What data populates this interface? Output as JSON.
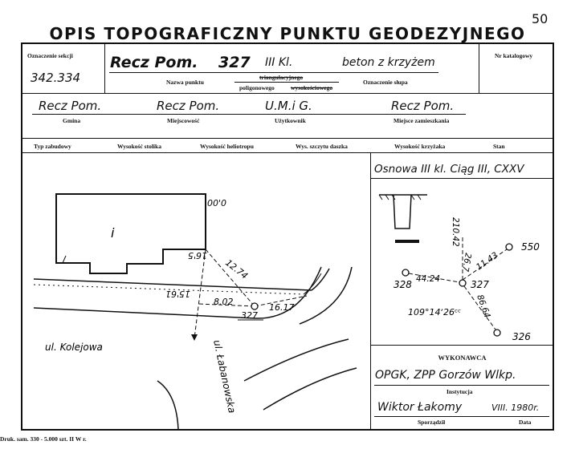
{
  "page": {
    "number": "50",
    "title": "OPIS TOPOGRAFICZNY PUNKTU GEODEZYJNEGO"
  },
  "header": {
    "section_label": "Oznaczenie sekcji",
    "section_value": "342.334",
    "point_name": "Recz Pom.",
    "point_number": "327",
    "point_class": "III Kl.",
    "post_marking": "beton z krzyżem",
    "point_name_label": "Nazwa punktu",
    "network_struck": "triangulacyjnego",
    "network_poly": "poligonowego",
    "network_struck2": "wysokościowego",
    "post_marking_label": "Oznaczenie słupa",
    "catalog_label": "Nr katalogowy"
  },
  "location": {
    "gmina": "Recz Pom.",
    "gmina_label": "Gmina",
    "miejscowosc": "Recz Pom.",
    "miejscowosc_label": "Miejscowość",
    "uzytkownik": "U.M.i G.",
    "uzytkownik_label": "Użytkownik",
    "zamieszkania": "Recz Pom.",
    "zamieszkania_label": "Miejsce zamieszkania"
  },
  "columns": [
    "Typ zabudowy",
    "Wysokość stolika",
    "Wysokość heliotropu",
    "Wys. szczytu daszka",
    "Wysokość krzyżaka",
    "Stan"
  ],
  "sketch": {
    "building_letter": "i",
    "dist_top": "00'0",
    "dist_a": "16'5",
    "dist_b": "12.74",
    "dist_c": "8.02",
    "dist_d": "16.17",
    "dist_e": "15'61",
    "point_num": "327",
    "street1": "ul. Kolejowa",
    "street2": "ul. Łabanowska"
  },
  "basis": "Osnowa III kl. Ciąg III, CXXV",
  "diagram": {
    "p550": "550",
    "p328": "328",
    "p327": "327",
    "p326": "326",
    "d210": "210.42",
    "d267": "26.7",
    "d4424": "44.24",
    "d1143": "11.43",
    "d8664": "86.64",
    "angle": "109°14ʼ26ᶜᶜ"
  },
  "contractor": {
    "label": "WYKONAWCA",
    "name": "OPGK, ZPP Gorzów Wlkp.",
    "inst_label": "Instytucja",
    "author": "Wiktor Łakomy",
    "date": "VIII. 1980r.",
    "author_label": "Sporządził",
    "date_label": "Data"
  },
  "footer": "Druk. sam. 330 - 5.000 szt. II W r."
}
